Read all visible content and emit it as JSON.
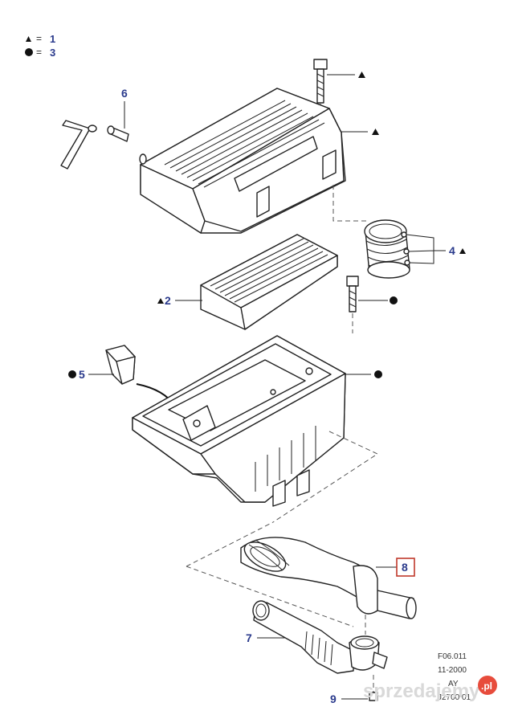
{
  "legend": [
    {
      "symbol": "triangle",
      "equals": "=",
      "value": "1"
    },
    {
      "symbol": "circle",
      "equals": "=",
      "value": "3"
    }
  ],
  "callouts": {
    "p6": "6",
    "p4": "4",
    "p2": "2",
    "p5": "5",
    "p8": "8",
    "p7": "7",
    "p9": "9"
  },
  "reference": {
    "line1": "F06.011",
    "line2": "11-2000",
    "line3": "AY",
    "line4": "J2700 01"
  },
  "watermark": {
    "text": "sprzedajemy",
    "badge": ".pl"
  },
  "colors": {
    "callout_text": "#2a3a8c",
    "highlight_box": "#c0392b",
    "watermark": "#d9d9d9"
  }
}
